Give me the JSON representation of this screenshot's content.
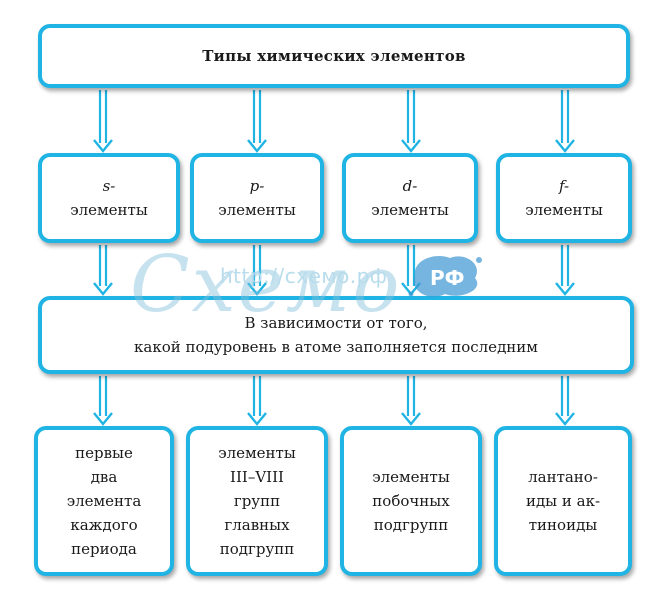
{
  "diagram": {
    "title": "Типы химических элементов",
    "types": [
      {
        "letter": "s-",
        "word": "элементы"
      },
      {
        "letter": "p-",
        "word": "элементы"
      },
      {
        "letter": "d-",
        "word": "элементы"
      },
      {
        "letter": "f-",
        "word": "элементы"
      }
    ],
    "criterion": {
      "line1": "В зависимости от того,",
      "line2": "какой подуровень в атоме заполняется последним"
    },
    "descriptions": [
      [
        "первые",
        "два",
        "элемента",
        "каждого",
        "периода"
      ],
      [
        "элементы",
        "III–VIII",
        "групп",
        "главных",
        "подгрупп"
      ],
      [
        "элементы",
        "побочных",
        "подгрупп"
      ],
      [
        "лантано-",
        "иды и ак-",
        "тиноиды"
      ]
    ]
  },
  "watermark": {
    "url": "http://схемо.рф",
    "logo": "Схемо",
    "badge": "РФ"
  },
  "colors": {
    "box_border": "#1fb4e4",
    "arrow": "#1fb4e4"
  }
}
